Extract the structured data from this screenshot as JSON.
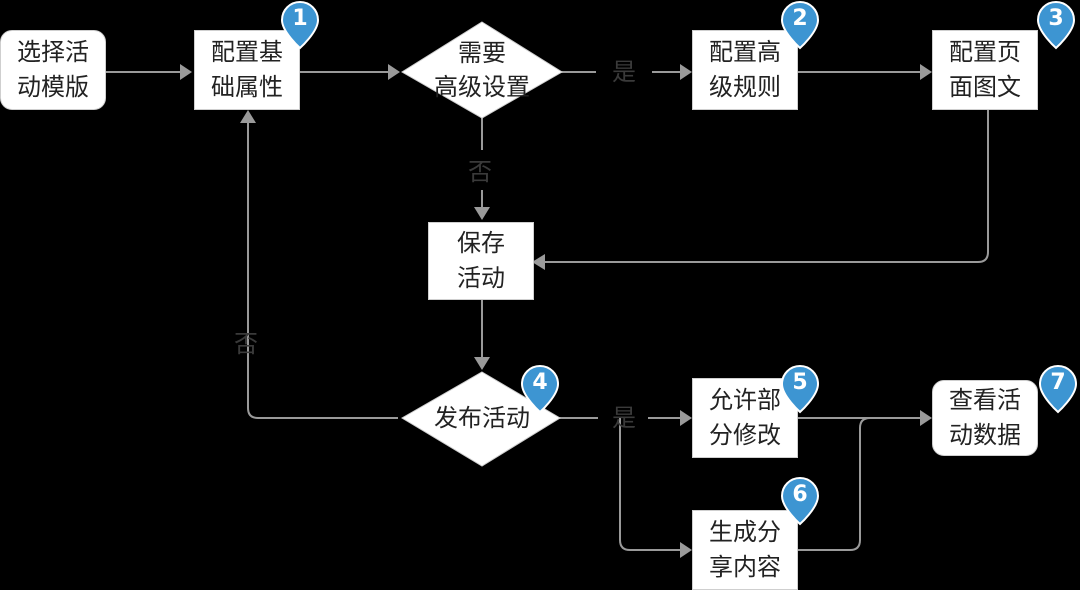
{
  "nodes": {
    "select_template": "选择活\n动模版",
    "basic_attrs": "配置基\n础属性",
    "need_advanced": "需要\n高级设置",
    "advanced_rules": "配置高\n级规则",
    "page_content": "配置页\n面图文",
    "save_activity": "保存\n活动",
    "publish_activity": "发布活动",
    "allow_edit": "允许部\n分修改",
    "share_content": "生成分\n享内容",
    "view_data": "查看活\n动数据"
  },
  "edges": {
    "yes_top": "是",
    "no_middle": "否",
    "no_left": "否",
    "yes_bottom": "是"
  },
  "badges": [
    "1",
    "2",
    "3",
    "4",
    "5",
    "6",
    "7"
  ],
  "colors": {
    "background": "#000000",
    "node_fill": "#ffffff",
    "connector": "#9a9a9a",
    "badge": "#3d95d2"
  }
}
